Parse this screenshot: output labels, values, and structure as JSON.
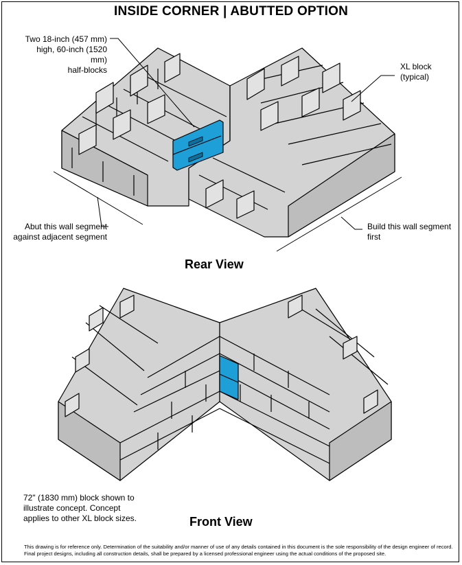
{
  "title": "INSIDE CORNER | ABUTTED OPTION",
  "rear_view": {
    "label": "Rear View",
    "callouts": {
      "half_blocks": [
        "Two 18-inch (457 mm)",
        "high, 60-inch (1520 mm)",
        "half-blocks"
      ],
      "xl_block": [
        "XL block",
        "(typical)"
      ],
      "abut": [
        "Abut this wall segment",
        "against adjacent segment"
      ],
      "build_first": [
        "Build this wall segment",
        "first"
      ]
    }
  },
  "front_view": {
    "label": "Front View",
    "note": [
      "72\" (1830 mm) block shown to",
      "illustrate concept. Concept",
      "applies to other XL block sizes."
    ]
  },
  "disclaimer": "This drawing is for reference only. Determination of the suitability and/or manner of use of any details contained in this document is the sole responsibility of the design engineer of record. Final project designs, including all construction details, shall be prepared by a licensed professional engineer using the actual conditions of the proposed site.",
  "colors": {
    "block_fill": "#d3d3d3",
    "block_shade": "#a9a9a9",
    "highlight": "#1e9fd8",
    "outline": "#000000"
  }
}
